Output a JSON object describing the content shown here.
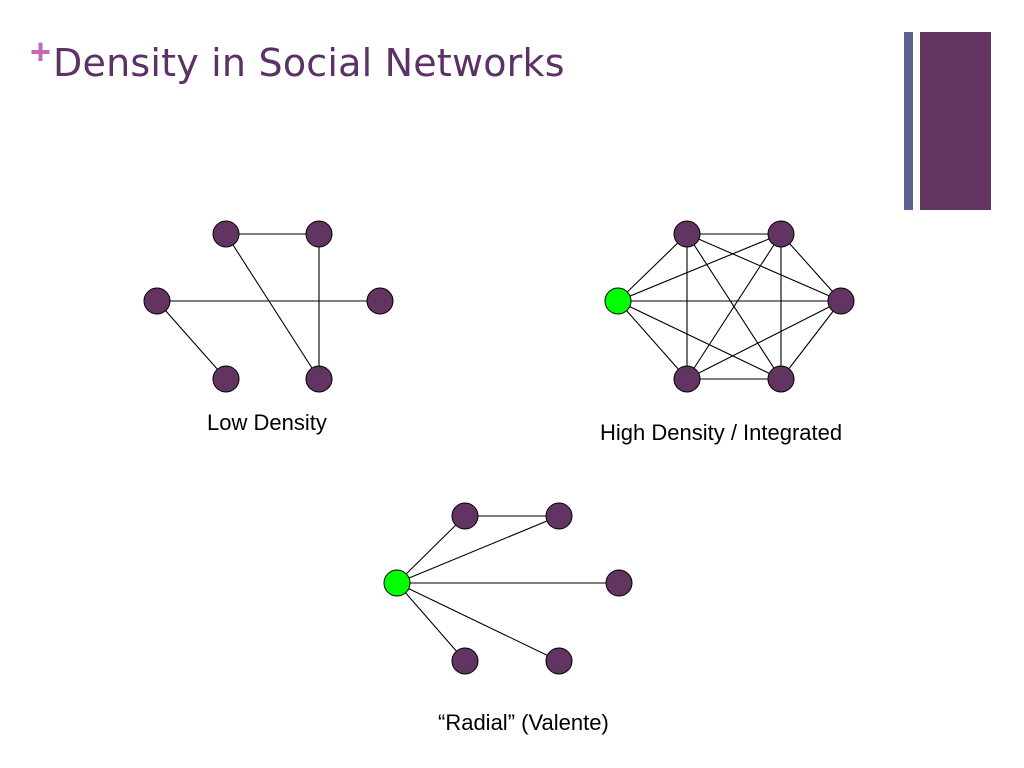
{
  "slide": {
    "plus_symbol": "+",
    "title": "Density in Social Networks"
  },
  "colors": {
    "title": "#5b3166",
    "plus": "#c56ab8",
    "node_fill": "#633462",
    "node_highlight": "#00ff00",
    "edge": "#000000",
    "deco_thin": "#5f5f92",
    "deco_thick": "#633462"
  },
  "networks": [
    {
      "id": "low-density",
      "caption": "Low Density",
      "nodes": [
        "top-left",
        "top-right",
        "left",
        "right",
        "bottom-left",
        "bottom-right"
      ],
      "highlight": [],
      "edges": [
        [
          "top-left",
          "top-right"
        ],
        [
          "left",
          "right"
        ],
        [
          "left",
          "bottom-left"
        ],
        [
          "top-left",
          "bottom-right"
        ],
        [
          "top-right",
          "bottom-right"
        ]
      ]
    },
    {
      "id": "high-density",
      "caption": "High Density / Integrated",
      "nodes": [
        "left",
        "top-left",
        "top-right",
        "right",
        "bottom-left",
        "bottom-right"
      ],
      "highlight": [
        "left"
      ],
      "edges": [
        [
          "left",
          "top-left"
        ],
        [
          "left",
          "top-right"
        ],
        [
          "left",
          "right"
        ],
        [
          "left",
          "bottom-left"
        ],
        [
          "left",
          "bottom-right"
        ],
        [
          "top-left",
          "top-right"
        ],
        [
          "top-left",
          "right"
        ],
        [
          "top-left",
          "bottom-left"
        ],
        [
          "top-left",
          "bottom-right"
        ],
        [
          "top-right",
          "right"
        ],
        [
          "top-right",
          "bottom-left"
        ],
        [
          "top-right",
          "bottom-right"
        ],
        [
          "right",
          "bottom-left"
        ],
        [
          "right",
          "bottom-right"
        ],
        [
          "bottom-left",
          "bottom-right"
        ]
      ]
    },
    {
      "id": "radial",
      "caption_open_quote": "“",
      "caption_word": "Radial",
      "caption_close_quote": "”",
      "caption_suffix": " (Valente)",
      "nodes": [
        "hub",
        "top-left",
        "top-right",
        "right",
        "bottom-left",
        "bottom-right"
      ],
      "highlight": [
        "hub"
      ],
      "edges": [
        [
          "top-left",
          "top-right"
        ],
        [
          "hub",
          "top-left"
        ],
        [
          "hub",
          "top-right"
        ],
        [
          "hub",
          "right"
        ],
        [
          "hub",
          "bottom-left"
        ],
        [
          "hub",
          "bottom-right"
        ]
      ]
    }
  ]
}
